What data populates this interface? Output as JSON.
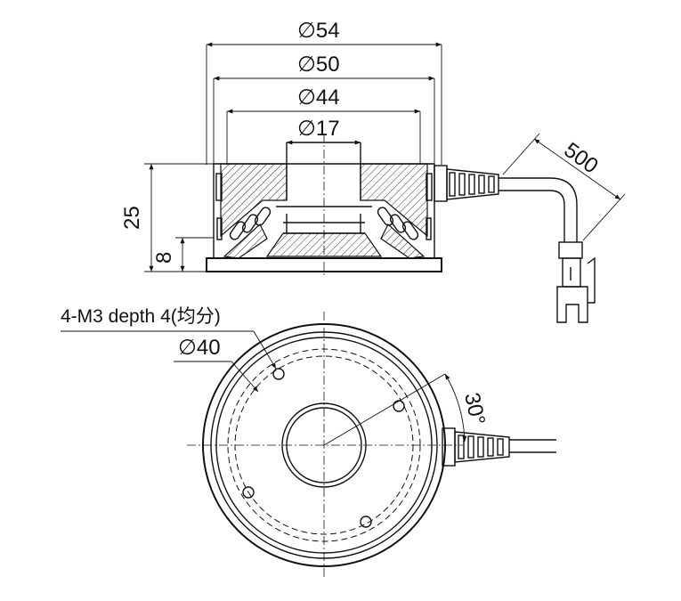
{
  "dimensions": {
    "d54": "∅54",
    "d50": "∅50",
    "d44": "∅44",
    "d17": "∅17",
    "height_25": "25",
    "height_8": "8",
    "cable_500": "500",
    "d40": "∅40",
    "angle_30": "30°"
  },
  "notes": {
    "holes": "4-M3 depth 4(均分)"
  }
}
